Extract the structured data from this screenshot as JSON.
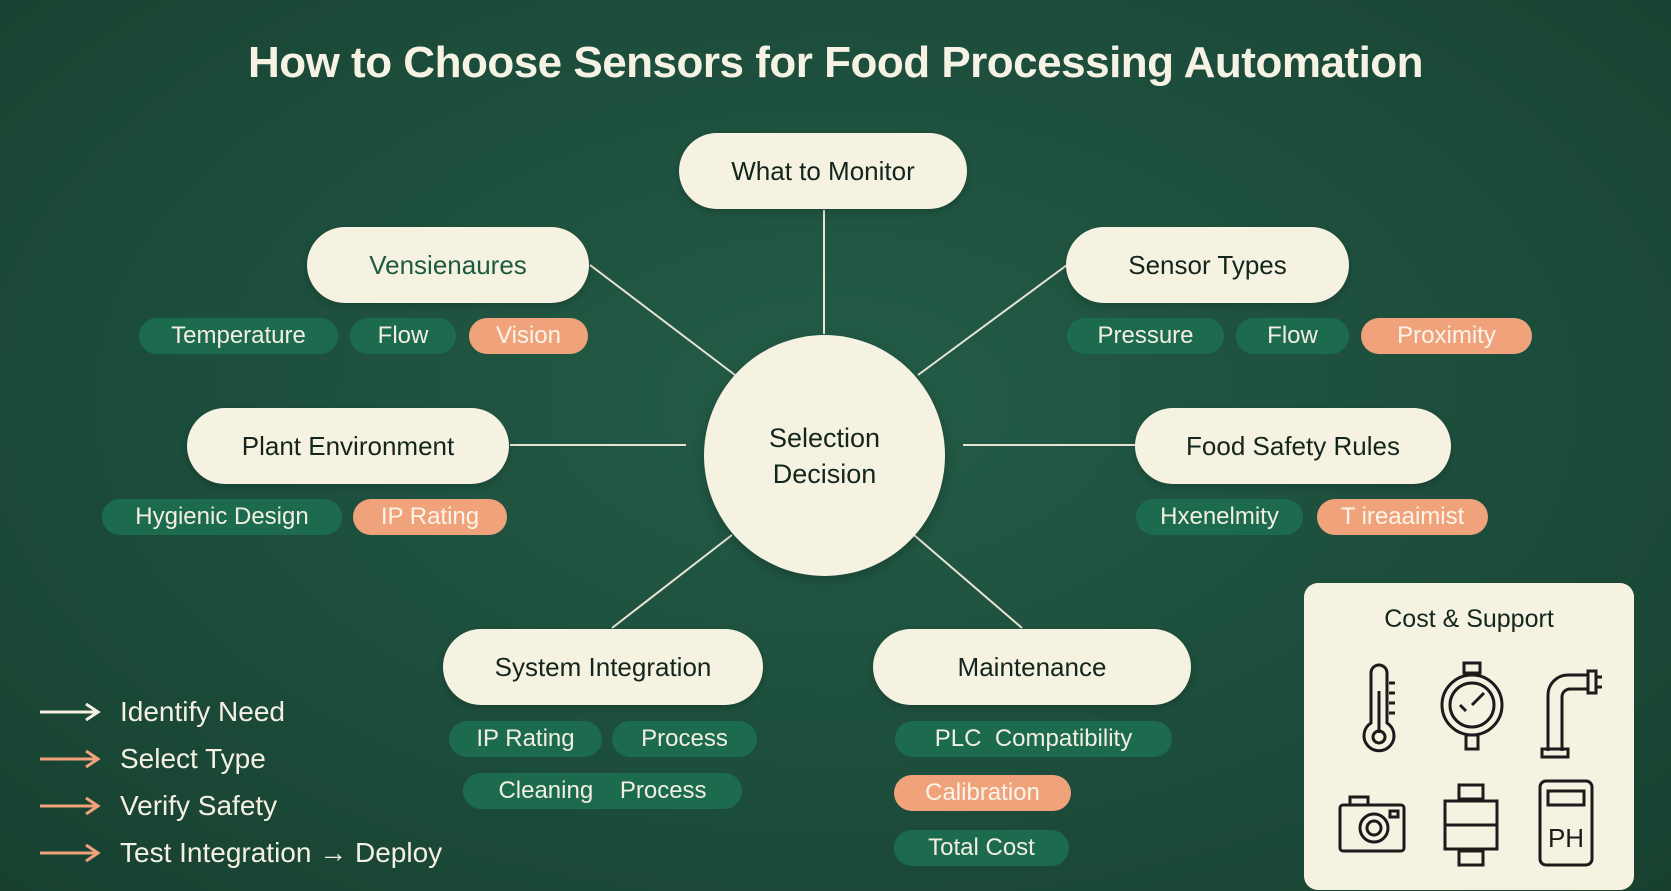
{
  "title": "How to Choose Sensors for Food Processing Automation",
  "center": {
    "line1": "Selection",
    "line2": "Decision"
  },
  "nodes": {
    "what_to_monitor": "What to Monitor",
    "measures": "Vensienaures",
    "sensor_types": "Sensor Types",
    "plant_environment": "Plant Environment",
    "food_safety": "Food Safety Rules",
    "system_integration": "System Integration",
    "maintenance": "Maintenance"
  },
  "chips": {
    "measures": [
      "Temperature",
      "Flow",
      "Vision"
    ],
    "sensor_types": [
      "Pressure",
      "Flow",
      "Proximity"
    ],
    "plant_environment": [
      "Hygienic Design",
      "IP Rating"
    ],
    "food_safety": [
      "Hxenelmity",
      "T ireaaimist"
    ],
    "system_integration": [
      "IP Rating",
      "Process",
      "Cleaning    Process"
    ],
    "maintenance": [
      "PLC  Compatibility",
      "Calibration",
      "Total Cost"
    ]
  },
  "steps": [
    "Identify Need",
    "Select Type",
    "Verify Safety",
    "Test Integration → Deploy"
  ],
  "panel": {
    "title": "Cost & Support",
    "icons": [
      "thermometer-icon",
      "pressure-gauge-icon",
      "pipe-icon",
      "camera-icon",
      "flow-meter-icon",
      "ph-meter-icon"
    ],
    "ph_label": "PH"
  },
  "colors": {
    "background": "#1d4d3c",
    "node_fill": "#f6f2e1",
    "chip_green": "#1d6b4f",
    "chip_orange": "#f0a37a",
    "connector": "#e9e4d2"
  }
}
